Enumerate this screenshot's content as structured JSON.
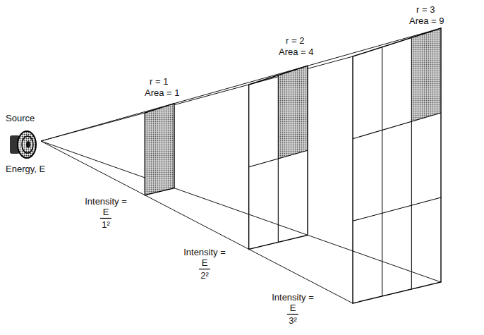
{
  "diagram": {
    "labels": [
      "Source",
      "Energy, E",
      "r = 1",
      "Area = 1",
      "r = 2",
      "Area = 4",
      "r = 3",
      "Area = 9",
      "Intensity =",
      "E",
      "1²",
      "Intensity =",
      "E",
      "2²",
      "Intensity =",
      "E",
      "3²"
    ]
  }
}
